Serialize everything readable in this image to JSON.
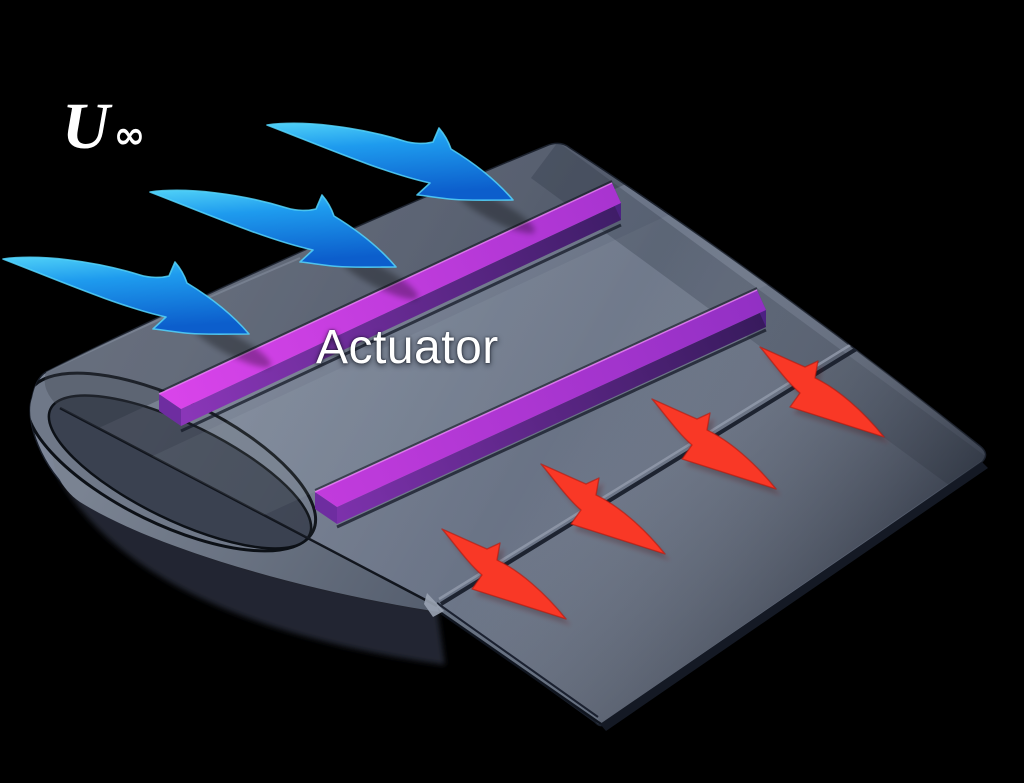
{
  "diagram": {
    "labels": {
      "freestream_symbol": "U",
      "freestream_subscript": "∞",
      "actuator": "Actuator"
    },
    "colors": {
      "background": "#000000",
      "freestream_arrow": "#1b84e0",
      "freestream_arrow_highlight": "#4fd0f7",
      "induced_flow_arrow": "#f93826",
      "actuator_strip_top": "#c43bde",
      "actuator_strip_side": "#6e2da0",
      "wing_surface_light": "#7d8698",
      "wing_surface_dark": "#5a6477"
    },
    "counts": {
      "freestream_arrows": 3,
      "actuator_strips": 2,
      "induced_flow_arrows": 4
    }
  }
}
